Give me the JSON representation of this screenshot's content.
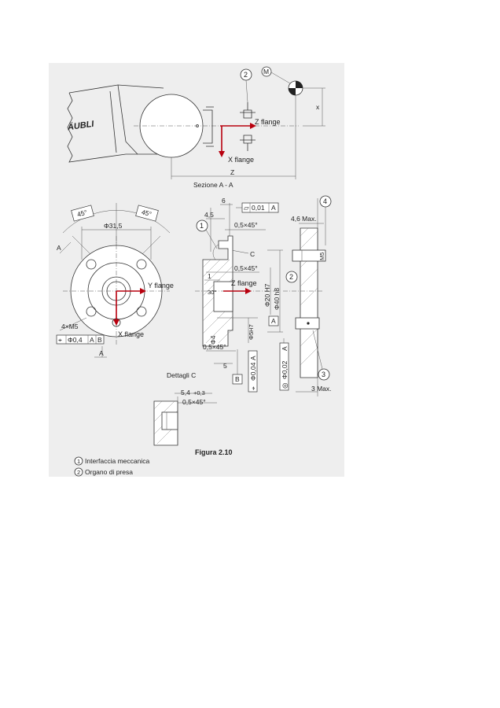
{
  "figure": {
    "caption": "Figura 2.10",
    "section_label": "Sezione A - A",
    "details_label": "Dettagli C",
    "brand_text": "ÄUBLI"
  },
  "legend": {
    "items": [
      {
        "num": "1",
        "label": "Interfaccia meccanica"
      },
      {
        "num": "2",
        "label": "Organo di presa"
      }
    ]
  },
  "callouts": {
    "n1": "1",
    "n2": "2",
    "n3": "3",
    "n4": "4",
    "m": "M"
  },
  "axes": {
    "z_flange": "Z flange",
    "x_flange": "X flange",
    "y_flange": "Y flange"
  },
  "dims": {
    "x": "x",
    "z": "Z",
    "angle_left": "45°",
    "angle_right": "45°",
    "pcd": "Φ31,5",
    "section_a_top": "A",
    "section_a_bottom": "A",
    "thread": "4×M5",
    "d6": "6",
    "d4_5": "4,5",
    "chamfer_top": "0,5×45°",
    "c_label": "C",
    "chamfer_mid": "0,5×45°",
    "d1": "1",
    "angle_30": "30°",
    "phi20": "Φ20 H7",
    "phi40": "Φ40 h8",
    "phi5": "Φ5H7",
    "phi4": "Φ4",
    "chamfer_low": "0,5×45°",
    "d5": "5",
    "datum_a": "A",
    "datum_b": "B",
    "max_top": "4,6 Max.",
    "max_bottom": "3 Max.",
    "m5": "M5",
    "detail_dim": "5,4",
    "detail_tol": "+0,3",
    "detail_chamfer": "0,5×45°"
  },
  "tolerances": {
    "flatness": {
      "sym": "⏥",
      "val": "0,01",
      "ref": "A"
    },
    "position_left": {
      "sym": "⌖",
      "val": "Φ0,4",
      "ref1": "A",
      "ref2": "B"
    },
    "position_mid": {
      "sym": "⌖",
      "val": "Φ0,04",
      "ref": "A"
    },
    "concentric": {
      "sym": "◎",
      "val": "Φ0,02",
      "ref": "A"
    }
  }
}
